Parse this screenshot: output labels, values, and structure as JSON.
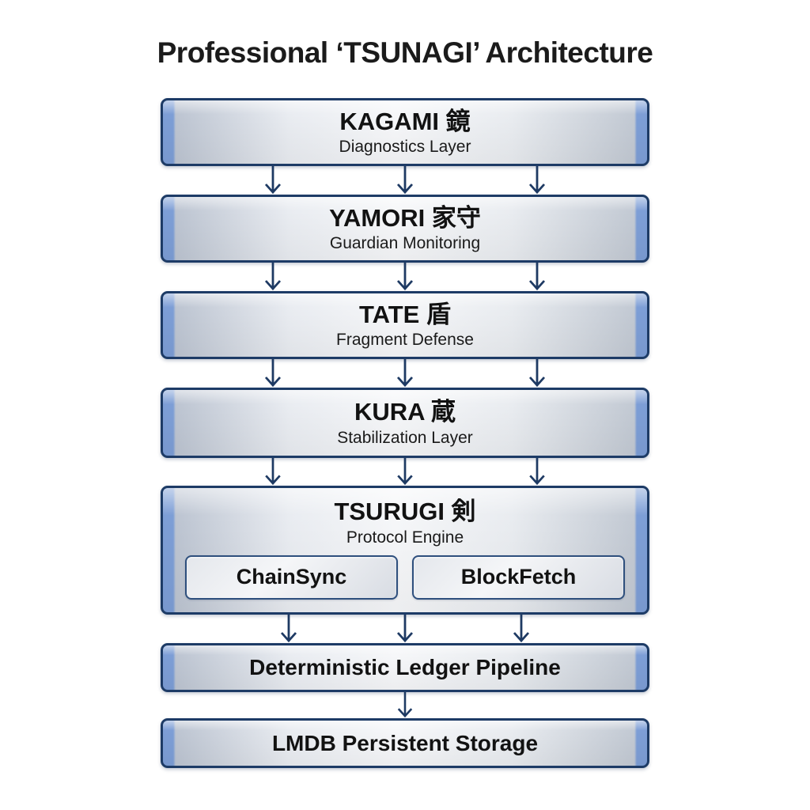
{
  "title": "Professional ‘TSUNAGI’ Architecture",
  "colors": {
    "background": "#ffffff",
    "box_border": "#1d3b66",
    "box_side_strip": "#7d9ed6",
    "box_fill_light": "#f6f7f9",
    "box_fill_shade": "#c2c9d3",
    "arrow": "#1e3a63",
    "text": "#121212"
  },
  "layers": [
    {
      "name": "KAGAMI 鏡",
      "subtitle": "Diagnostics Layer"
    },
    {
      "name": "YAMORI 家守",
      "subtitle": "Guardian Monitoring"
    },
    {
      "name": "TATE 盾",
      "subtitle": "Fragment Defense"
    },
    {
      "name": "KURA 蔵",
      "subtitle": "Stabilization Layer"
    },
    {
      "name": "TSURUGI 剣",
      "subtitle": "Protocol Engine",
      "children": [
        {
          "label": "ChainSync"
        },
        {
          "label": "BlockFetch"
        }
      ]
    },
    {
      "name": "Deterministic Ledger Pipeline"
    },
    {
      "name": "LMDB Persistent Storage"
    }
  ]
}
